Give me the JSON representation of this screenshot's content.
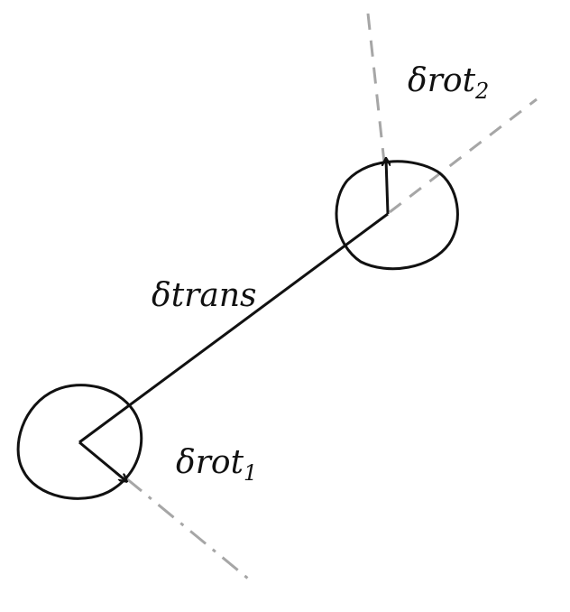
{
  "labels": {
    "rot2": {
      "symbol": "δ",
      "name": "rot",
      "sub": "2"
    },
    "trans": {
      "symbol": "δ",
      "name": "trans"
    },
    "rot1": {
      "symbol": "δ",
      "name": "rot",
      "sub": "1"
    }
  },
  "colors": {
    "ink": "#111111",
    "guide": "#a6a6a6"
  }
}
